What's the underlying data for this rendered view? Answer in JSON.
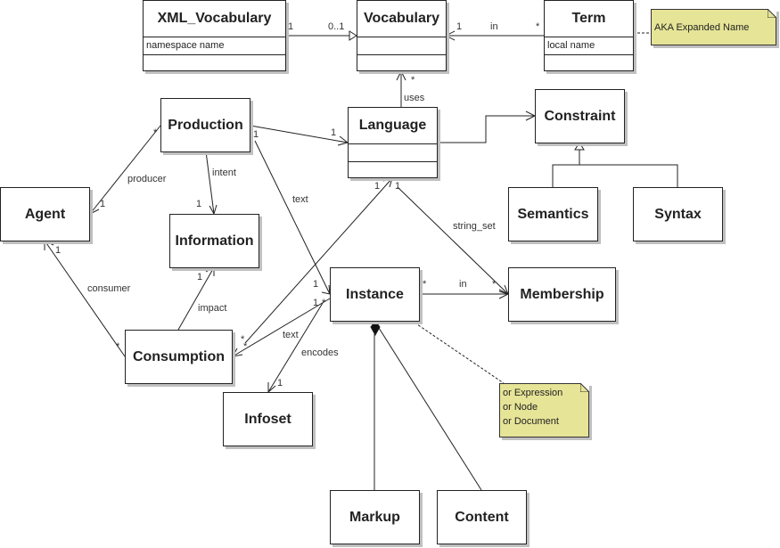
{
  "classes": {
    "xml_vocabulary": {
      "name": "XML_Vocabulary",
      "attributes": "namespace name"
    },
    "vocabulary": {
      "name": "Vocabulary",
      "attributes": ""
    },
    "term": {
      "name": "Term",
      "attributes": "local name"
    },
    "language": {
      "name": "Language",
      "attributes": ""
    },
    "production": {
      "name": "Production"
    },
    "constraint": {
      "name": "Constraint"
    },
    "agent": {
      "name": "Agent"
    },
    "information": {
      "name": "Information"
    },
    "semantics": {
      "name": "Semantics"
    },
    "syntax": {
      "name": "Syntax"
    },
    "instance": {
      "name": "Instance"
    },
    "membership": {
      "name": "Membership"
    },
    "consumption": {
      "name": "Consumption"
    },
    "infoset": {
      "name": "Infoset"
    },
    "markup": {
      "name": "Markup"
    },
    "content": {
      "name": "Content"
    }
  },
  "notes": {
    "term_note": [
      "AKA Expanded Name"
    ],
    "instance_note": [
      "or Expression",
      "or Node",
      "or Document"
    ]
  },
  "associations": {
    "xmlvocab_vocab": {
      "src_mult": "1",
      "dst_mult": "0..1"
    },
    "term_vocab": {
      "name": "in",
      "src_mult": "*",
      "dst_mult": "1"
    },
    "language_vocab": {
      "name": "uses",
      "dst_mult": "*"
    },
    "production_language": {
      "dst_mult": "1"
    },
    "production_agent": {
      "name": "producer",
      "src_mult": "*",
      "dst_mult": "1"
    },
    "production_information": {
      "name": "intent",
      "dst_mult": "1"
    },
    "production_instance": {
      "name": "text",
      "src_mult": "1",
      "dst_mult": "1"
    },
    "consumption_agent": {
      "name": "consumer",
      "src_mult": "*",
      "dst_mult": "1"
    },
    "consumption_information": {
      "name": "impact",
      "dst_mult": "1"
    },
    "consumption_language": {
      "src_mult": "*",
      "dst_mult": "1"
    },
    "instance_consumption": {
      "name": "text",
      "src_mult": "1",
      "dst_mult": "*"
    },
    "instance_infoset": {
      "name": "encodes",
      "src_mult": "*",
      "dst_mult": "1"
    },
    "language_membership": {
      "name": "string_set",
      "src_mult": "1",
      "dst_mult": "*"
    },
    "instance_membership": {
      "name": "in",
      "src_mult": "*",
      "dst_mult": "*"
    }
  }
}
